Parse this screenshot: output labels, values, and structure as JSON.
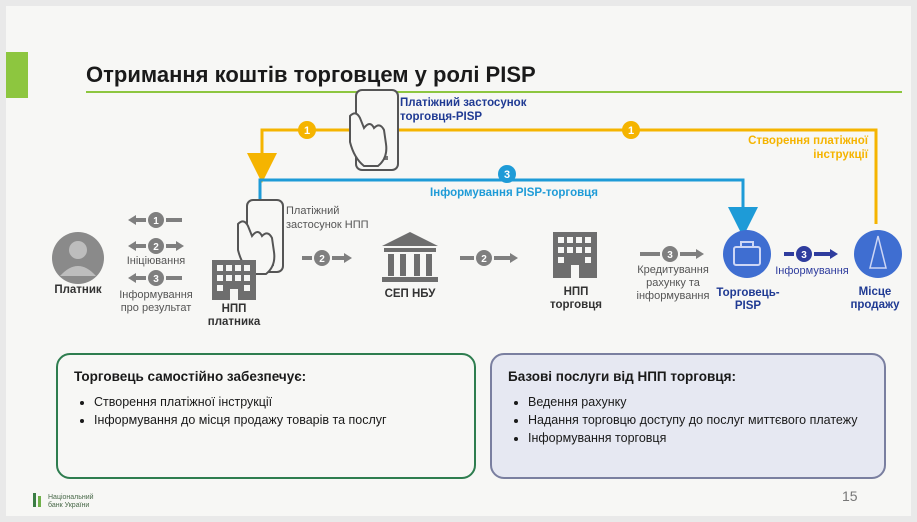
{
  "title": "Отримання коштів торговцем у ролі PISP",
  "colors": {
    "green_accent": "#8dc63f",
    "orange": "#f5b400",
    "blue": "#1e9bd7",
    "navy": "#2f3d9e",
    "grey_step": "#7f7f7f",
    "box1_border": "#2e7d4f",
    "box2_border": "#7a7fa0",
    "box2_fill": "#e6e8f2"
  },
  "actors": {
    "payer": "Платник",
    "payer_bank": "НПП платника",
    "nbu": "СЕП НБУ",
    "merchant_bank": "НПП торговця",
    "merchant_pisp": "Торговець-PISP",
    "point_of_sale": "Місце продажу",
    "pisp_app": "Платіжний застосунок торговця-PISP",
    "payment_app": "Платіжний застосунок НПП"
  },
  "flows": {
    "create_instruction": "Створення платіжної інструкції",
    "inform_pisp": "Інформування PISP-торговця",
    "initiation": "Ініціювання",
    "inform_result": "Інформування про результат",
    "credit_inform": "Кредитування рахунку та інформування",
    "inform": "Інформування"
  },
  "steps": [
    "1",
    "2",
    "3"
  ],
  "box_merchant": {
    "title": "Торговець самостійно забезпечує:",
    "items": [
      "Створення платіжної інструкції",
      "Інформування до місця продажу товарів та послуг"
    ]
  },
  "box_bank": {
    "title": "Базові послуги від НПП торговця:",
    "items": [
      "Ведення рахунку",
      "Надання торговцю доступу до послуг миттєвого платежу",
      "Інформування торговця"
    ]
  },
  "page_number": "15",
  "logo": "Національний банк України",
  "icons": [
    "person-icon",
    "bank-building-icon",
    "nbu-columns-icon",
    "hand-phone-icon",
    "briefcase-icon",
    "pos-terminal-icon"
  ]
}
